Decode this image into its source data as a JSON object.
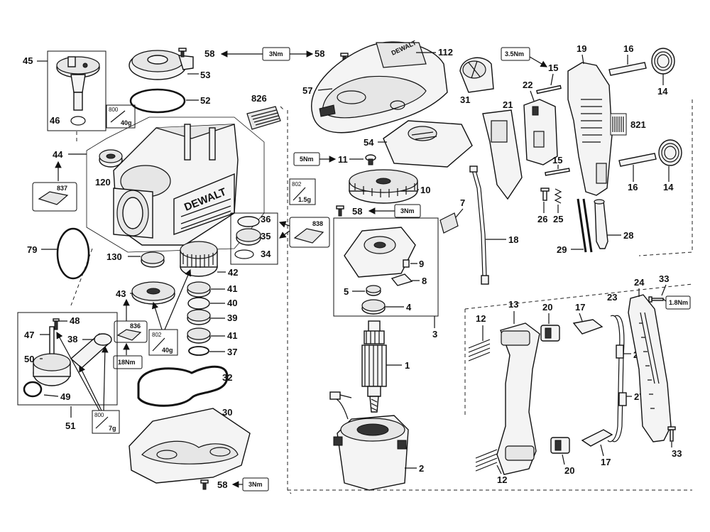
{
  "torques": {
    "t58a": "3Nm",
    "t11": "5Nm",
    "t58b": "3Nm",
    "t15": "3.5Nm",
    "t33": "1.8Nm",
    "t836": "18Nm",
    "t58c": "3Nm"
  },
  "grease": {
    "g800a": {
      "code": "800",
      "amt": "40g"
    },
    "g802a": {
      "code": "802",
      "amt": "1.5g"
    },
    "g802b": {
      "code": "802",
      "amt": "40g"
    },
    "g800b": {
      "code": "800",
      "amt": "7g"
    }
  },
  "kits": {
    "k837": "837",
    "k838": "838",
    "k836": "836"
  },
  "labels": {
    "l45": "45",
    "l46": "46",
    "l58a": "58",
    "l58b": "58",
    "l53": "53",
    "l52": "52",
    "l826": "826",
    "l112": "112",
    "l57": "57",
    "l31": "31",
    "l44": "44",
    "l120": "120",
    "l79": "79",
    "l130": "130",
    "l36": "36",
    "l35": "35",
    "l34": "34",
    "l42": "42",
    "l43": "43",
    "l41a": "41",
    "l40": "40",
    "l39": "39",
    "l41b": "41",
    "l37": "37",
    "l32": "32",
    "l30": "30",
    "l58c": "58",
    "l48": "48",
    "l47": "47",
    "l38": "38",
    "l50": "50",
    "l49": "49",
    "l51": "51",
    "l54": "54",
    "l11": "11",
    "l10": "10",
    "l58d": "58",
    "l7": "7",
    "l9": "9",
    "l8": "8",
    "l5": "5",
    "l4": "4",
    "l3": "3",
    "l1": "1",
    "l2": "2",
    "l22": "22",
    "l21": "21",
    "l15a": "15",
    "l19": "19",
    "l16a": "16",
    "l14a": "14",
    "l821": "821",
    "l15b": "15",
    "l16b": "16",
    "l14b": "14",
    "l26": "26",
    "l25": "25",
    "l28": "28",
    "l29": "29",
    "l18": "18",
    "l12a": "12",
    "l13": "13",
    "l20a": "20",
    "l17a": "17",
    "l23": "23",
    "l24": "24",
    "l33a": "33",
    "l27a": "27",
    "l27b": "27",
    "l12b": "12",
    "l20b": "20",
    "l17b": "17",
    "l33b": "33"
  },
  "brand": {
    "housing": "DEWALT",
    "cover": "DEWALT"
  }
}
